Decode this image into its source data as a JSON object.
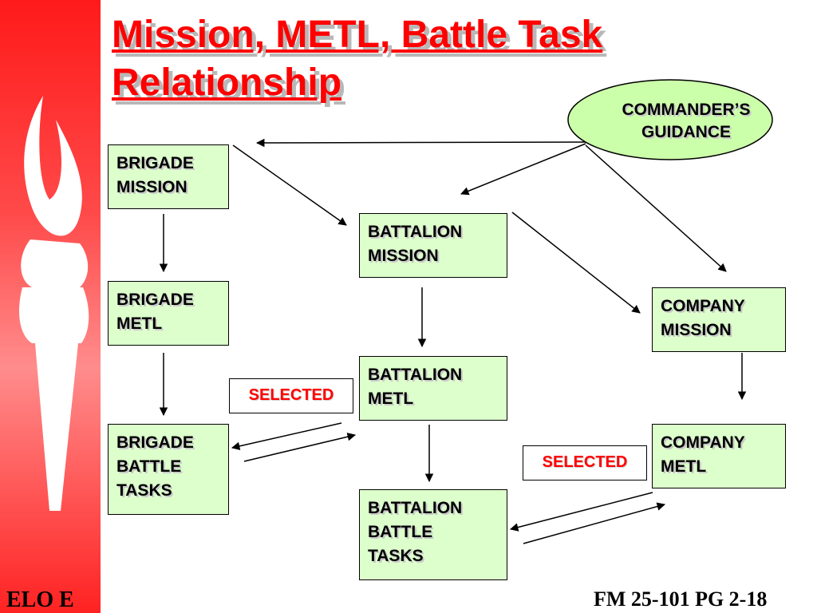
{
  "title": "Mission, METL, Battle Task Relationship",
  "nodes": {
    "brigade_mission": "BRIGADE\nMISSION",
    "brigade_metl": "BRIGADE\nMETL",
    "brigade_battle_tasks": "BRIGADE\nBATTLE\nTASKS",
    "battalion_mission": "BATTALION\nMISSION",
    "battalion_metl": "BATTALION\nMETL",
    "battalion_battle_tasks": "BATTALION\nBATTLE\nTASKS",
    "company_mission": "COMPANY\nMISSION",
    "company_metl": "COMPANY\nMETL",
    "commanders_guidance": "COMMANDER’S\nGUIDANCE"
  },
  "selected_labels": [
    "SELECTED",
    "SELECTED"
  ],
  "footer": {
    "left": "ELO E",
    "right": "FM 25-101 PG 2-18"
  },
  "colors": {
    "title": "#ff0000",
    "node_fill": "#ddffcc",
    "guidance_fill": "#ccffaa",
    "sidebar": "#ff3333",
    "selected_text": "#ff0000"
  }
}
